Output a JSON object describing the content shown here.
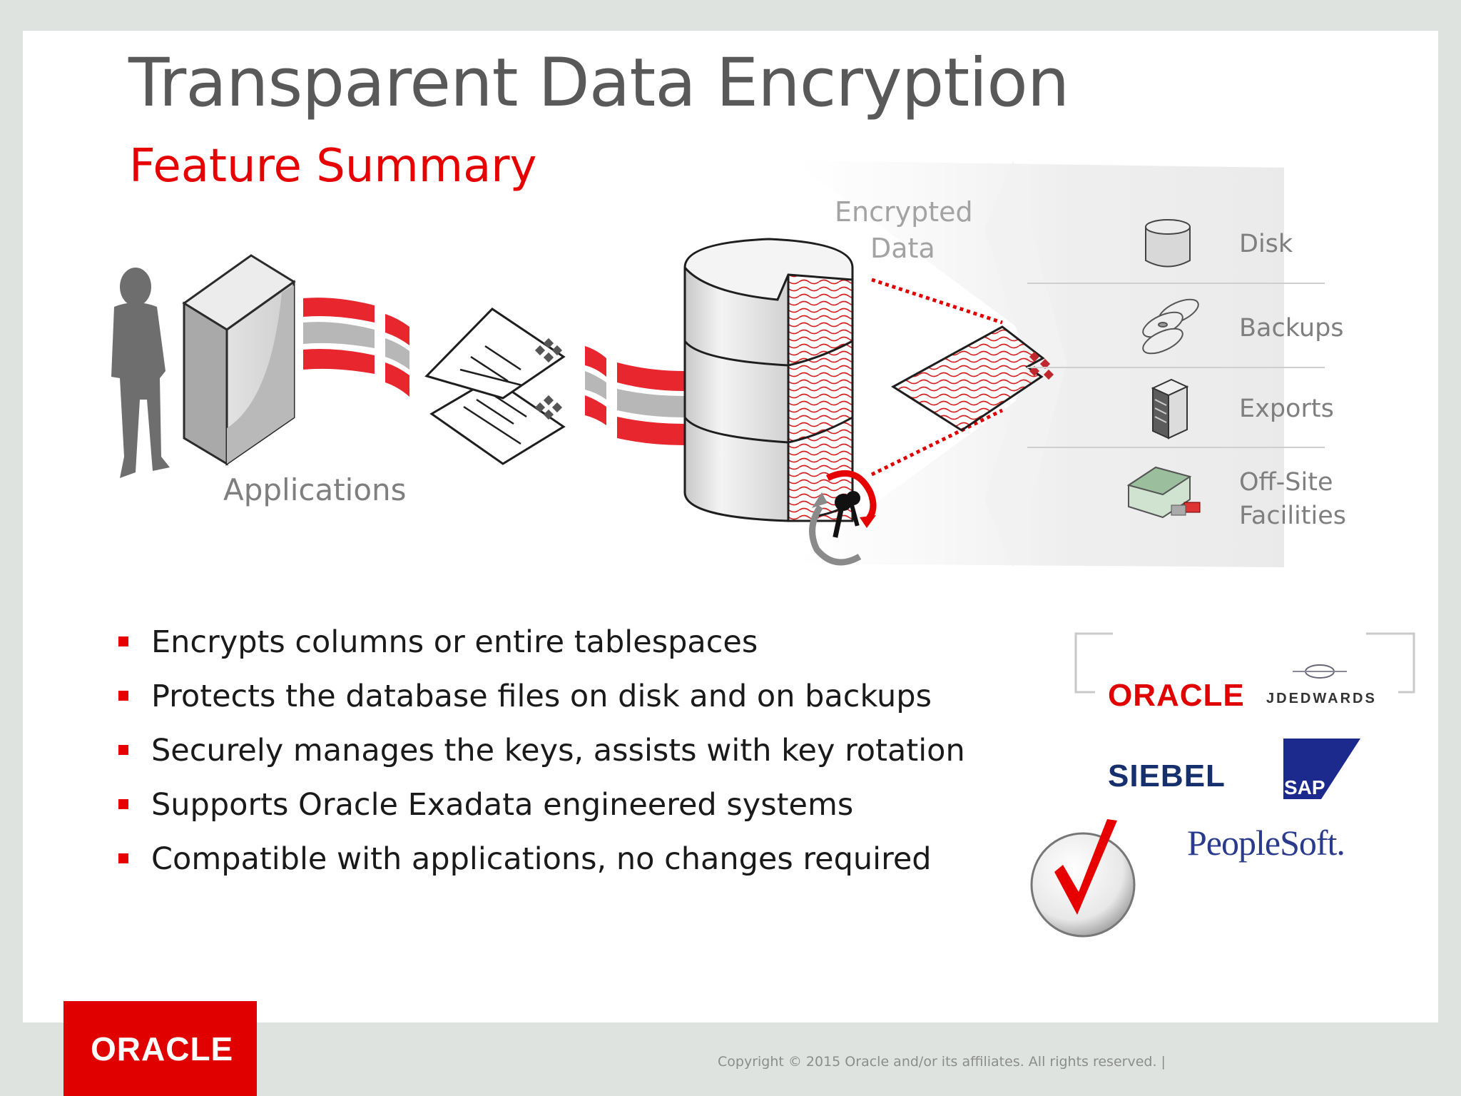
{
  "slide": {
    "title": "Transparent Data Encryption",
    "subtitle": "Feature Summary"
  },
  "diagram": {
    "applications_label": "Applications",
    "encrypted_label_line1": "Encrypted",
    "encrypted_label_line2": "Data",
    "storage_items": [
      {
        "label_line1": "Disk",
        "label_line2": "",
        "icon": "disk-cylinder-icon"
      },
      {
        "label_line1": "Backups",
        "label_line2": "",
        "icon": "backup-discs-icon"
      },
      {
        "label_line1": "Exports",
        "label_line2": "",
        "icon": "server-tower-icon"
      },
      {
        "label_line1": "Off-Site",
        "label_line2": "Facilities",
        "icon": "warehouse-truck-icon"
      }
    ]
  },
  "bullets": [
    "Encrypts columns or entire tablespaces",
    "Protects the database files on disk and on backups",
    "Securely manages the keys, assists with key rotation",
    "Supports Oracle Exadata engineered systems",
    "Compatible with applications, no changes required"
  ],
  "logos": {
    "oracle": "ORACLE",
    "jdedwards": "JDEDWARDS",
    "siebel": "SIEBEL",
    "sap": "SAP",
    "peoplesoft": "PeopleSoft."
  },
  "footer": {
    "brand": "ORACLE",
    "copyright": "Copyright © 2015 Oracle and/or its affiliates. All rights reserved.  |"
  },
  "colors": {
    "accent_red": "#e60000",
    "title_gray": "#595959",
    "label_gray": "#7f7f7f",
    "background": "#dfe3e0"
  }
}
